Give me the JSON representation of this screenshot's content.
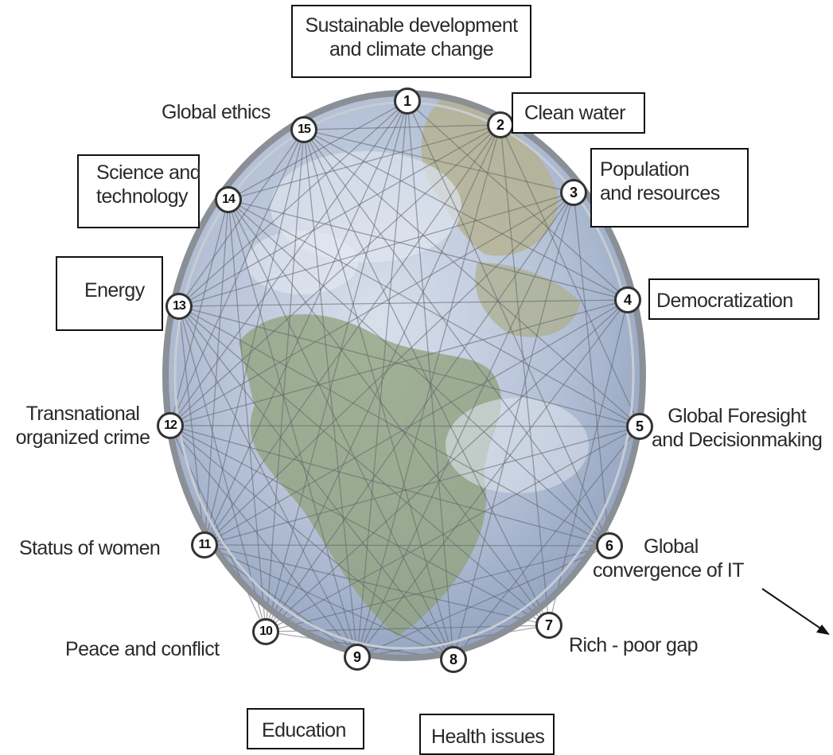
{
  "colors": {
    "sphere_edge": "#8b8f96",
    "line": "#5e6268",
    "ocean": "#a9b8cf",
    "land": "#8fa17a",
    "box_border": "#111111"
  },
  "nodes": [
    {
      "id": 1,
      "number": "1",
      "label": "Sustainable development\nand climate change",
      "boxed": true
    },
    {
      "id": 2,
      "number": "2",
      "label": "Clean water",
      "boxed": true
    },
    {
      "id": 3,
      "number": "3",
      "label": "Population\nand resources",
      "boxed": true
    },
    {
      "id": 4,
      "number": "4",
      "label": "Democratization",
      "boxed": true
    },
    {
      "id": 5,
      "number": "5",
      "label": "Global Foresight\nand Decisionmaking",
      "boxed": false
    },
    {
      "id": 6,
      "number": "6",
      "label": "Global\nconvergence of IT",
      "boxed": false
    },
    {
      "id": 7,
      "number": "7",
      "label": "Rich - poor gap",
      "boxed": false
    },
    {
      "id": 8,
      "number": "8",
      "label": "Health issues",
      "boxed": true
    },
    {
      "id": 9,
      "number": "9",
      "label": "Education",
      "boxed": true
    },
    {
      "id": 10,
      "number": "10",
      "label": "Peace and conflict",
      "boxed": false
    },
    {
      "id": 11,
      "number": "11",
      "label": "Status of women",
      "boxed": false
    },
    {
      "id": 12,
      "number": "12",
      "label": "Transnational\norganized crime",
      "boxed": false
    },
    {
      "id": 13,
      "number": "13",
      "label": "Energy",
      "boxed": true
    },
    {
      "id": 14,
      "number": "14",
      "label": "Science and\ntechnology",
      "boxed": true
    },
    {
      "id": 15,
      "number": "15",
      "label": "Global ethics",
      "boxed": false
    }
  ],
  "edges": [
    [
      1,
      4
    ],
    [
      1,
      6
    ],
    [
      1,
      8
    ],
    [
      1,
      9
    ],
    [
      1,
      11
    ],
    [
      1,
      12
    ],
    [
      1,
      13
    ],
    [
      1,
      14
    ],
    [
      1,
      10
    ],
    [
      2,
      5
    ],
    [
      2,
      7
    ],
    [
      2,
      9
    ],
    [
      2,
      10
    ],
    [
      2,
      11
    ],
    [
      2,
      12
    ],
    [
      2,
      13
    ],
    [
      2,
      14
    ],
    [
      2,
      15
    ],
    [
      3,
      6
    ],
    [
      3,
      8
    ],
    [
      3,
      9
    ],
    [
      3,
      10
    ],
    [
      3,
      11
    ],
    [
      3,
      12
    ],
    [
      3,
      13
    ],
    [
      3,
      15
    ],
    [
      4,
      7
    ],
    [
      4,
      9
    ],
    [
      4,
      10
    ],
    [
      4,
      11
    ],
    [
      4,
      12
    ],
    [
      4,
      13
    ],
    [
      4,
      14
    ],
    [
      4,
      15
    ],
    [
      5,
      8
    ],
    [
      5,
      10
    ],
    [
      5,
      11
    ],
    [
      5,
      12
    ],
    [
      5,
      13
    ],
    [
      5,
      14
    ],
    [
      5,
      15
    ],
    [
      6,
      9
    ],
    [
      6,
      10
    ],
    [
      6,
      11
    ],
    [
      6,
      12
    ],
    [
      6,
      13
    ],
    [
      6,
      14
    ],
    [
      6,
      15
    ],
    [
      7,
      9
    ],
    [
      7,
      10
    ],
    [
      7,
      11
    ],
    [
      7,
      12
    ],
    [
      7,
      13
    ],
    [
      7,
      14
    ],
    [
      7,
      15
    ],
    [
      8,
      10
    ],
    [
      8,
      11
    ],
    [
      8,
      12
    ],
    [
      8,
      13
    ],
    [
      8,
      14
    ],
    [
      8,
      15
    ],
    [
      9,
      11
    ],
    [
      9,
      12
    ],
    [
      9,
      13
    ],
    [
      9,
      14
    ],
    [
      9,
      15
    ],
    [
      10,
      12
    ],
    [
      10,
      13
    ],
    [
      10,
      14
    ],
    [
      10,
      15
    ],
    [
      11,
      13
    ],
    [
      11,
      14
    ],
    [
      11,
      15
    ],
    [
      12,
      14
    ],
    [
      12,
      15
    ],
    [
      13,
      15
    ]
  ]
}
